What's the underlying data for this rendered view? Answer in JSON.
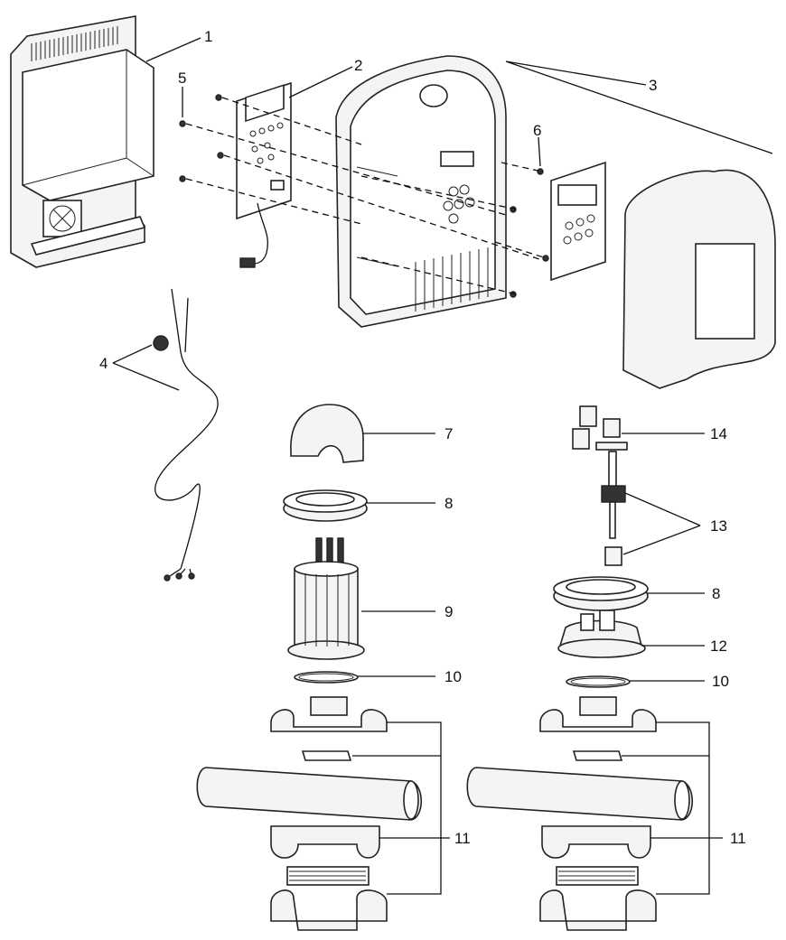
{
  "callouts": {
    "n1": "1",
    "n2": "2",
    "n3": "3",
    "n4": "4",
    "n5": "5",
    "n6": "6",
    "n7": "7",
    "n8a": "8",
    "n8b": "8",
    "n9": "9",
    "n10a": "10",
    "n10b": "10",
    "n11a": "11",
    "n11b": "11",
    "n12": "12",
    "n13": "13",
    "n14": "14"
  },
  "colors": {
    "line": "#111111",
    "fill": "#f4f4f4",
    "dark": "#333333"
  }
}
